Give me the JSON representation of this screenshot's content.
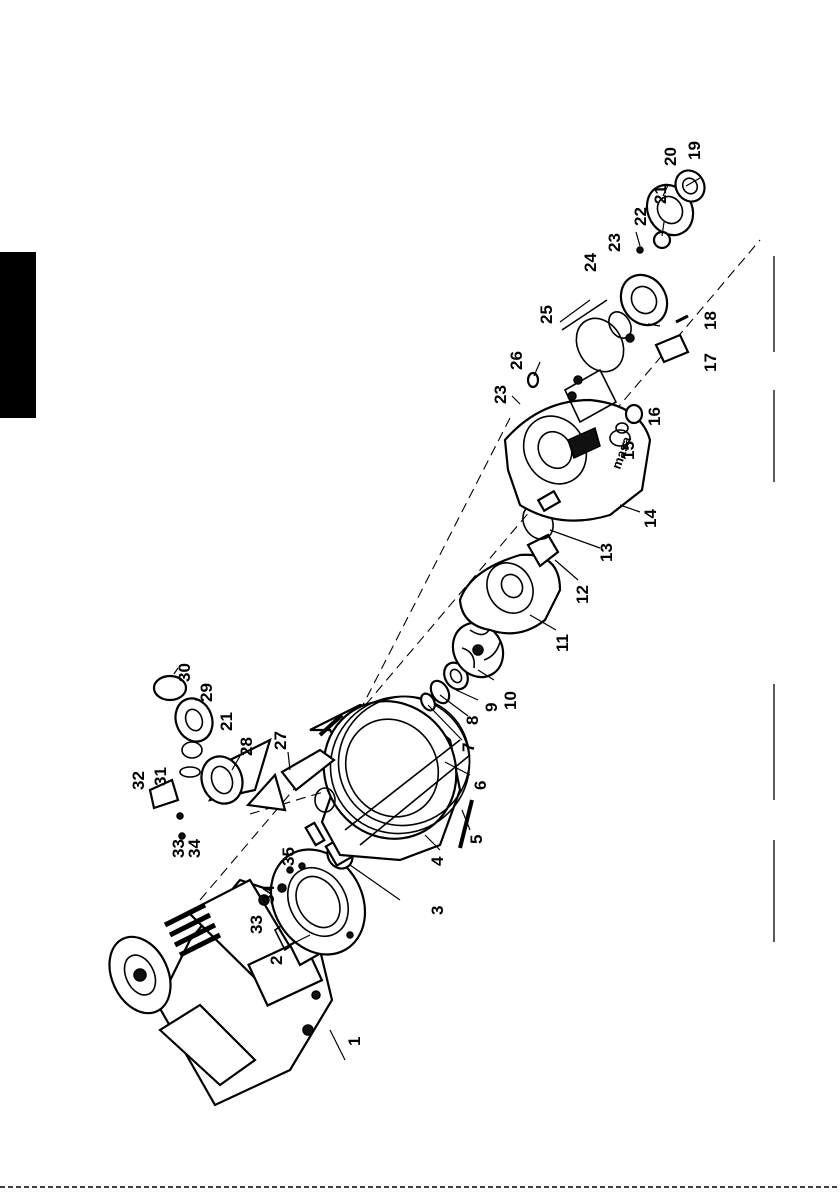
{
  "diagram": {
    "labels": [
      "1",
      "2",
      "3",
      "4",
      "5",
      "6",
      "7",
      "8",
      "9",
      "10",
      "11",
      "12",
      "13",
      "14",
      "15",
      "16",
      "17",
      "18",
      "19",
      "20",
      "21",
      "22",
      "23",
      "24",
      "25",
      "26",
      "27",
      "28",
      "29",
      "30",
      "31",
      "32",
      "33",
      "34",
      "35"
    ],
    "housing_logo": "masa"
  }
}
